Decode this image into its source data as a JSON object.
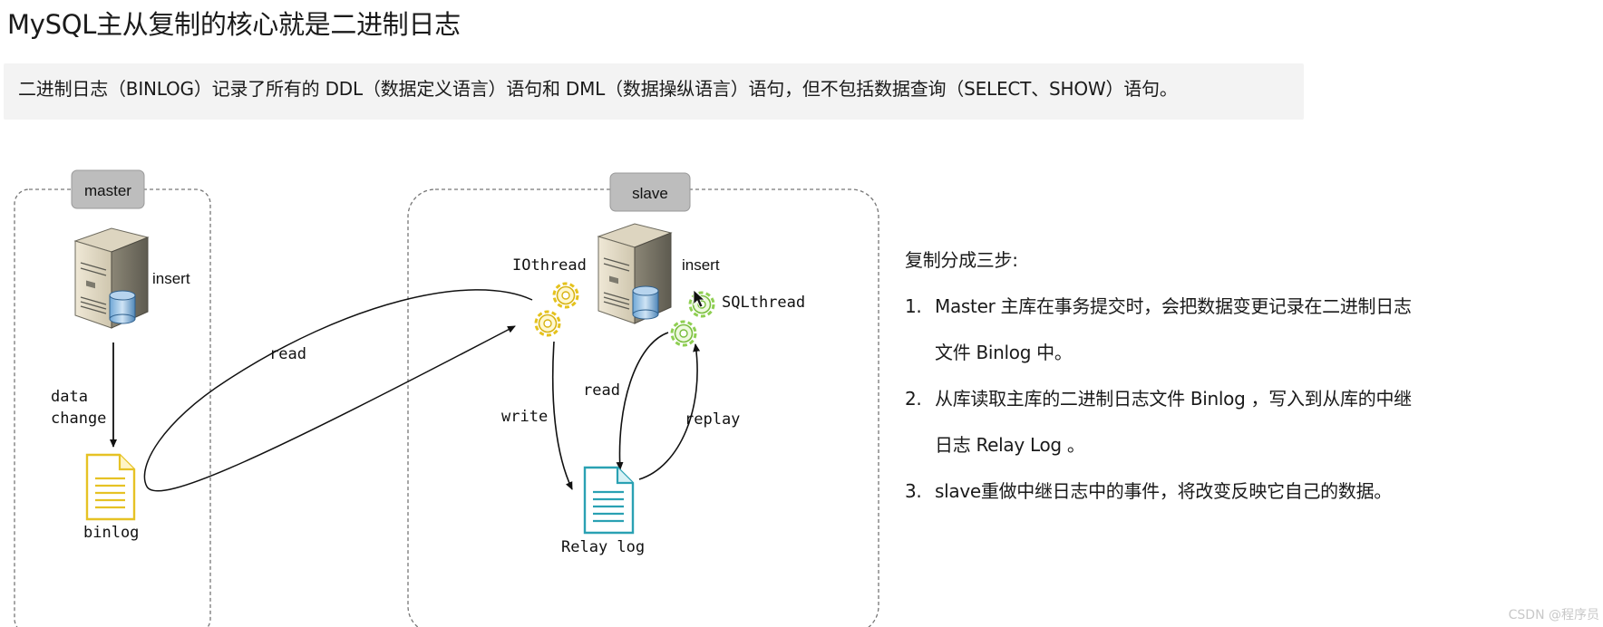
{
  "title": "MySQL主从复制的核心就是二进制日志",
  "intro": "二进制日志（BINLOG）记录了所有的 DDL（数据定义语言）语句和 DML（数据操纵语言）语句，但不包括数据查询（SELECT、SHOW）语句。",
  "diagram": {
    "master_label": "master",
    "slave_label": "slave",
    "master_insert": "insert",
    "slave_insert": "insert",
    "data_change_1": "data",
    "data_change_2": "change",
    "binlog": "binlog",
    "read_master": "read",
    "iothread": "IOthread",
    "sqlthread": "SQLthread",
    "write": "write",
    "read_slave": "read",
    "replay": "replay",
    "relay_log": "Relay log"
  },
  "steps": {
    "heading": "复制分成三步:",
    "items": [
      {
        "num": "1.",
        "text": "Master 主库在事务提交时，会把数据变更记录在二进制日志文件 Binlog 中。"
      },
      {
        "num": "2.",
        "text": "从库读取主库的二进制日志文件 Binlog ，写入到从库的中继日志 Relay Log 。"
      },
      {
        "num": "3.",
        "text": "slave重做中继日志中的事件，将改变反映它自己的数据。"
      }
    ]
  },
  "watermark": "CSDN @程序员"
}
